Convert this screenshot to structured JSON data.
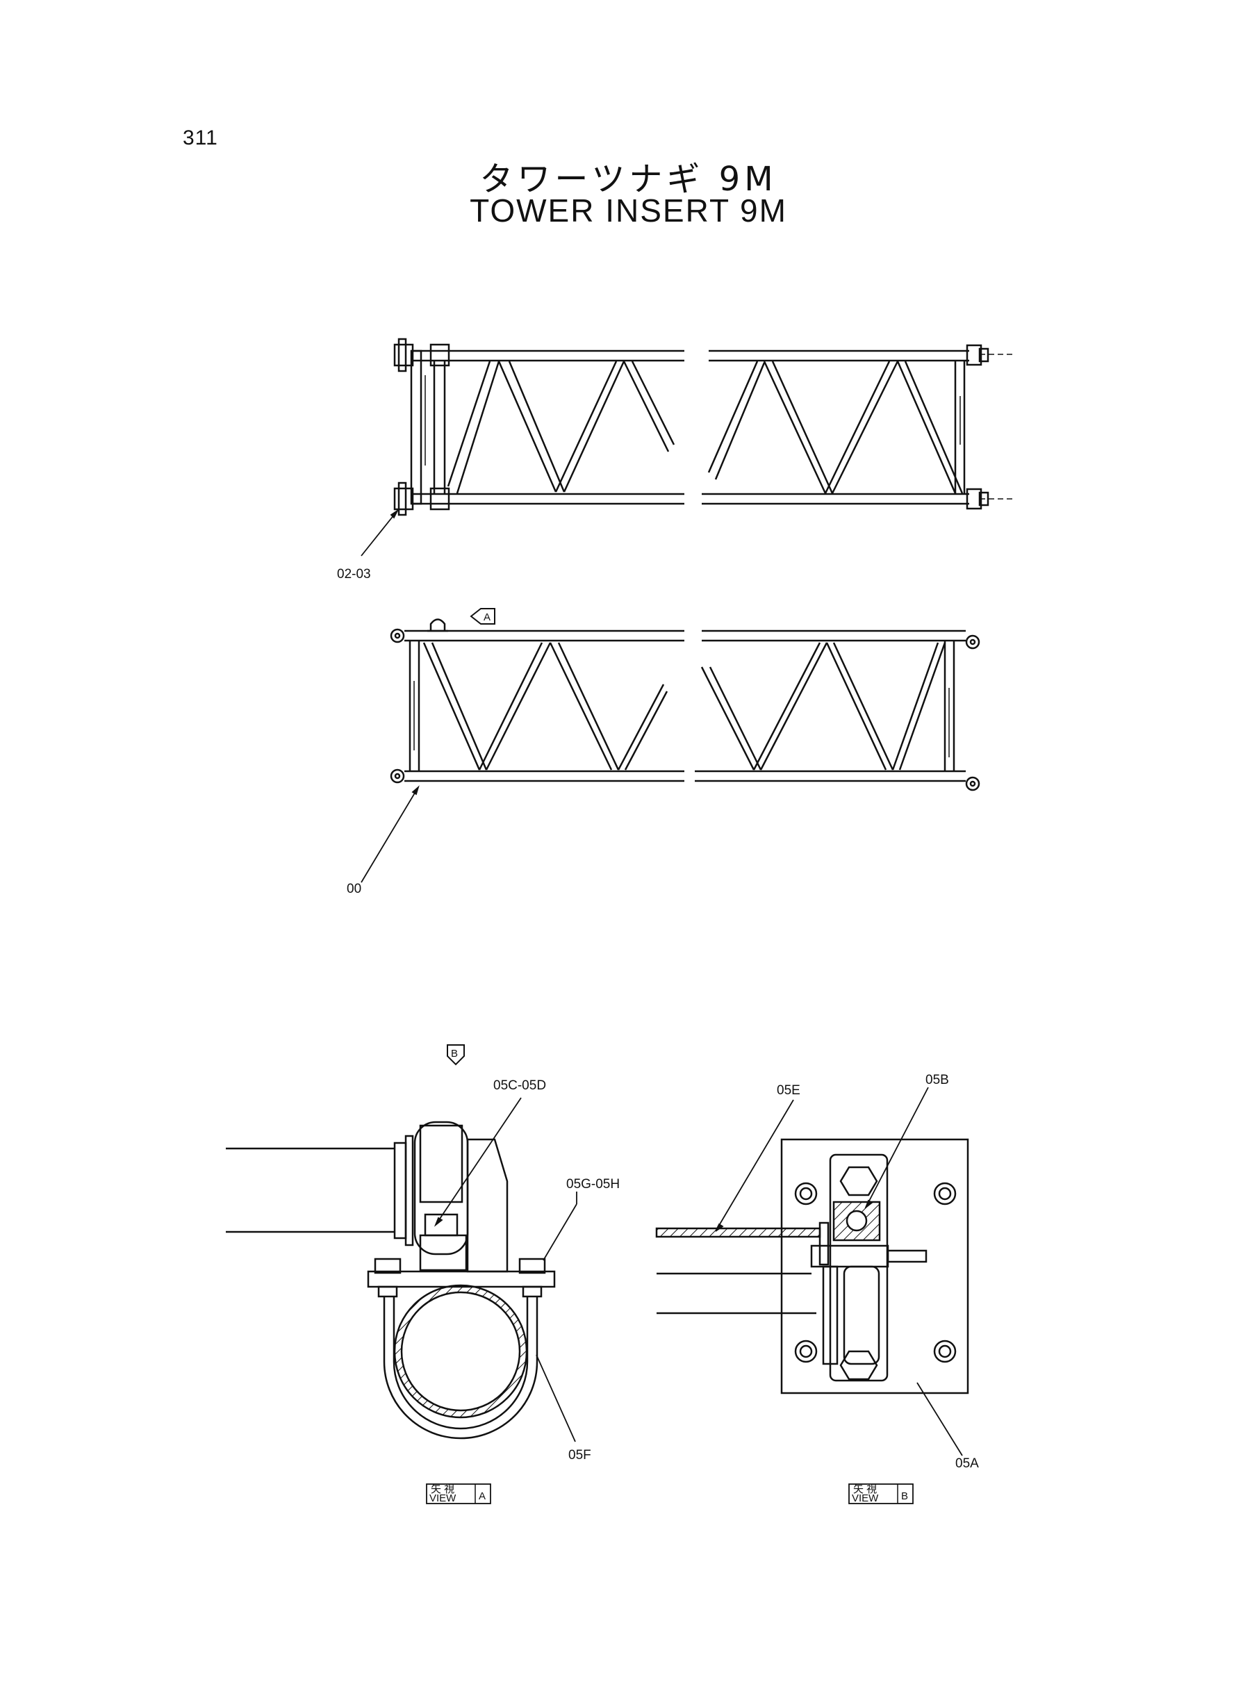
{
  "page": {
    "number": "311"
  },
  "title": {
    "japanese": "タワーツナギ 9M",
    "english": "TOWER INSERT 9M"
  },
  "callouts": {
    "c_02_03": "02-03",
    "c_00": "00",
    "c_05cd": "05C-05D",
    "c_05gh": "05G-05H",
    "c_05f": "05F",
    "c_05e": "05E",
    "c_05b": "05B",
    "c_05a": "05A"
  },
  "view_markers": {
    "a": "A",
    "b": "B"
  },
  "view_labels": {
    "a": {
      "kanji": "矢 視",
      "text": "VIEW",
      "letter": "A"
    },
    "b": {
      "kanji": "矢 視",
      "text": "VIEW",
      "letter": "B"
    }
  }
}
